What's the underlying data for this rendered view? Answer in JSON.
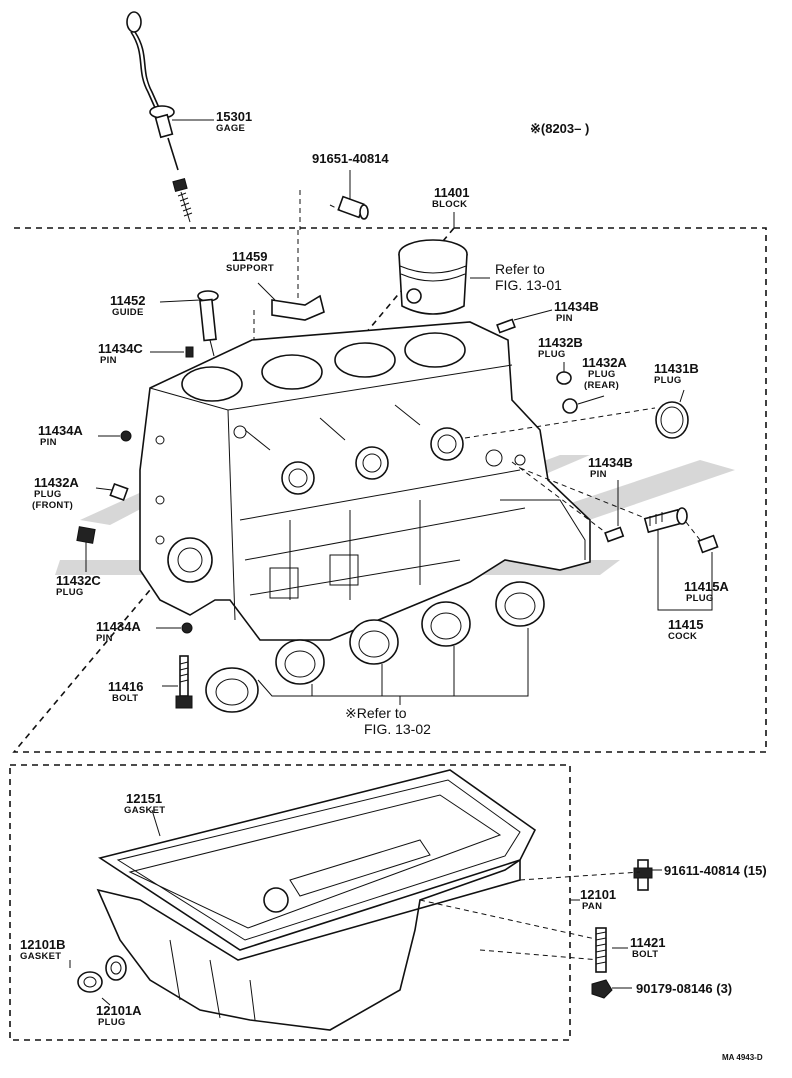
{
  "header": {
    "note": "※(8203–        )"
  },
  "refs": {
    "piston": {
      "line1": "Refer to",
      "line2": "FIG. 13-01"
    },
    "bearings": {
      "line1": "※Refer to",
      "line2": "FIG. 13-02"
    }
  },
  "parts": [
    {
      "id": "15301",
      "number": "15301",
      "name": "GAGE"
    },
    {
      "id": "91651",
      "number": "91651-40814",
      "name": ""
    },
    {
      "id": "11401",
      "number": "11401",
      "name": "BLOCK"
    },
    {
      "id": "11459",
      "number": "11459",
      "name": "SUPPORT"
    },
    {
      "id": "11452",
      "number": "11452",
      "name": "GUIDE"
    },
    {
      "id": "11434B-top",
      "number": "11434B",
      "name": "PIN"
    },
    {
      "id": "11434C",
      "number": "11434C",
      "name": "PIN"
    },
    {
      "id": "11432B",
      "number": "11432B",
      "name": "PLUG"
    },
    {
      "id": "11432A-rear",
      "number": "11432A",
      "name": "PLUG",
      "name2": "(REAR)"
    },
    {
      "id": "11431B",
      "number": "11431B",
      "name": "PLUG"
    },
    {
      "id": "11434A-top",
      "number": "11434A",
      "name": "PIN"
    },
    {
      "id": "11434B-mid",
      "number": "11434B",
      "name": "PIN"
    },
    {
      "id": "11432A-front",
      "number": "11432A",
      "name": "PLUG",
      "name2": "(FRONT)"
    },
    {
      "id": "11432C",
      "number": "11432C",
      "name": "PLUG"
    },
    {
      "id": "11415A",
      "number": "11415A",
      "name": "PLUG"
    },
    {
      "id": "11415",
      "number": "11415",
      "name": "COCK"
    },
    {
      "id": "11434A-low",
      "number": "11434A",
      "name": "PIN"
    },
    {
      "id": "11416",
      "number": "11416",
      "name": "BOLT"
    },
    {
      "id": "12151",
      "number": "12151",
      "name": "GASKET"
    },
    {
      "id": "91611",
      "number": "91611-40814 (15)",
      "name": ""
    },
    {
      "id": "12101",
      "number": "12101",
      "name": "PAN"
    },
    {
      "id": "12101B",
      "number": "12101B",
      "name": "GASKET"
    },
    {
      "id": "11421",
      "number": "11421",
      "name": "BOLT"
    },
    {
      "id": "90179",
      "number": "90179-08146 (3)",
      "name": ""
    },
    {
      "id": "12101A",
      "number": "12101A",
      "name": "PLUG"
    }
  ],
  "footer": {
    "code": "MA  4943-D"
  },
  "colors": {
    "line": "#111111",
    "watermark": "#c9c9c9",
    "background": "#ffffff"
  }
}
